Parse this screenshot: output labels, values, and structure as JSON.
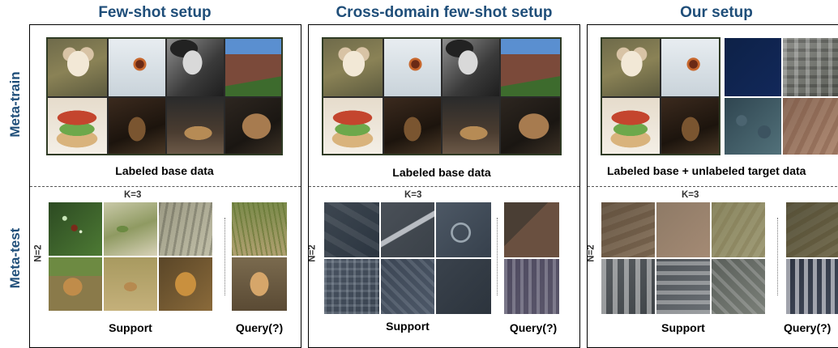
{
  "titles": {
    "few_shot": "Few-shot setup",
    "cross_domain": "Cross-domain few-shot setup",
    "our": "Our setup"
  },
  "row_labels": {
    "meta_train": "Meta-train",
    "meta_test": "Meta-test"
  },
  "captions": {
    "labeled_base": "Labeled base data",
    "labeled_base_unlabeled_target": "Labeled base + unlabeled target data",
    "support": "Support",
    "query": "Query(?)",
    "k": "K=3",
    "n": "N=2"
  },
  "colors": {
    "title_blue": "#1f4e79"
  }
}
